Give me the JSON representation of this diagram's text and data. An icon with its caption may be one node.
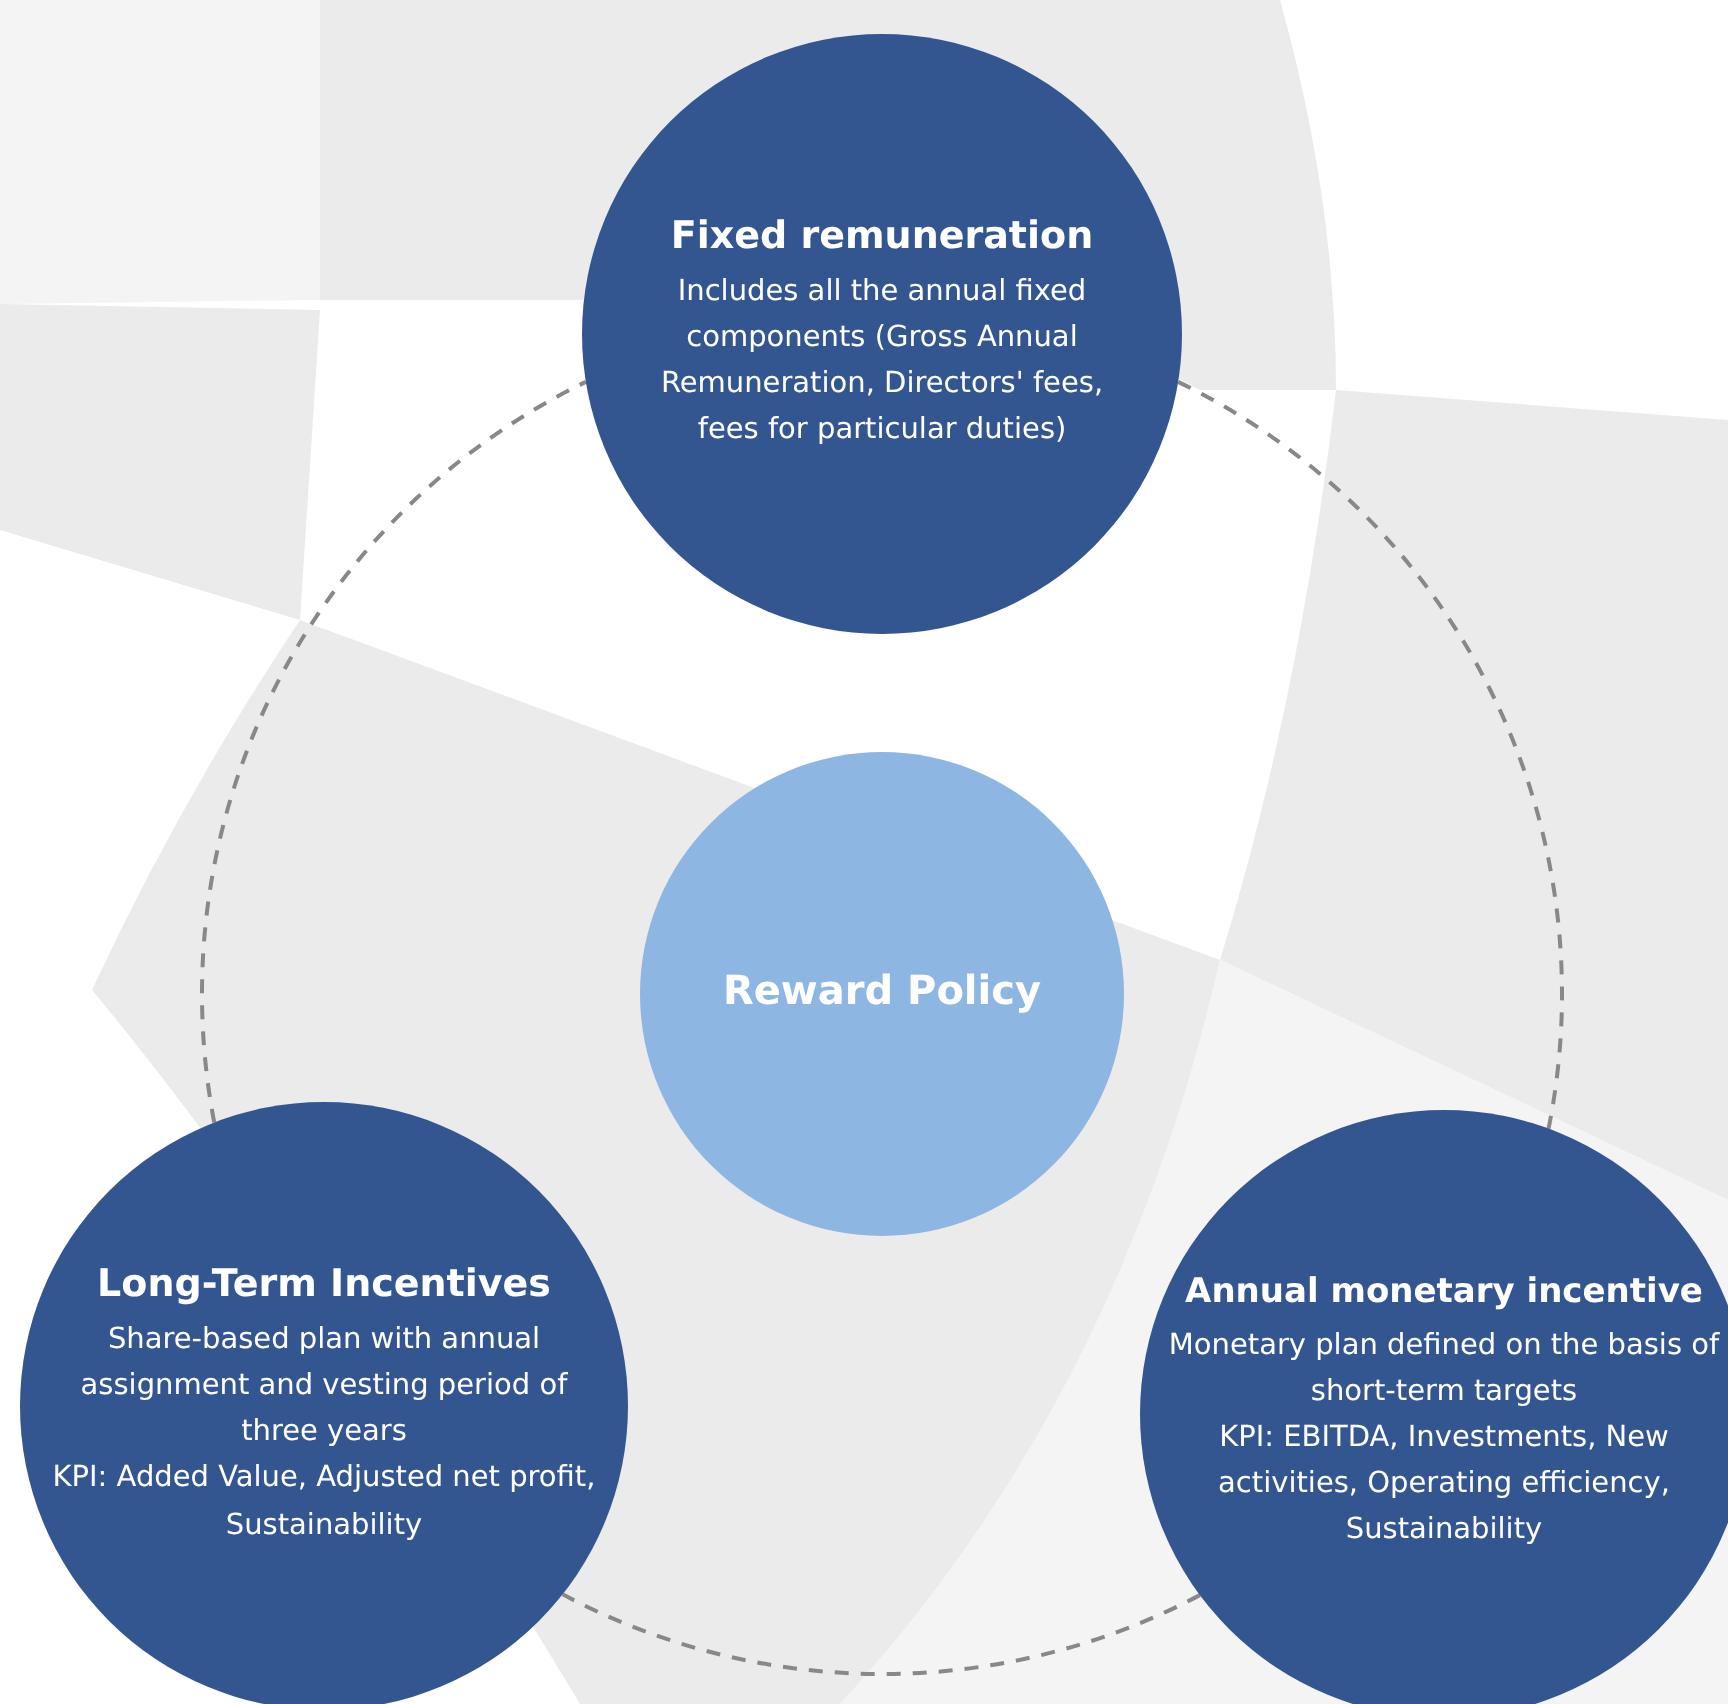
{
  "diagram": {
    "nodes": [
      {
        "text": [
          "Fixed remuneration",
          "Includes all the annual fixed components (Gross Annual Remuneration, Directors' fees, fees for particular duties)"
        ]
      },
      {
        "text": [
          "Reward Policy"
        ]
      },
      {
        "text": [
          "Long-Term Incentives",
          "Share-based plan with annual assignment and vesting period of three years",
          "KPI: Added Value, Adjusted net profit, Sustainability"
        ]
      },
      {
        "text": [
          "Annual monetary incentive",
          "Monetary plan defined on the basis of short-term targets",
          "KPI: EBITDA, Investments, New activities, Operating efficiency, Sustainability"
        ]
      }
    ],
    "edges": [
      {
        "from": 0,
        "to": 3,
        "arrow": "none",
        "style": "dashed"
      },
      {
        "from": 3,
        "to": 2,
        "arrow": "none",
        "style": "dashed"
      },
      {
        "from": 2,
        "to": 0,
        "arrow": "none",
        "style": "dashed"
      }
    ]
  }
}
